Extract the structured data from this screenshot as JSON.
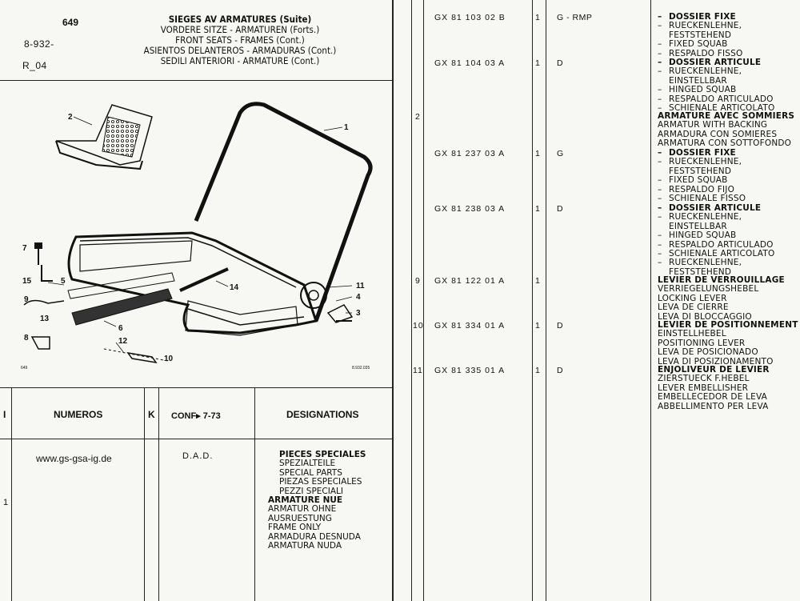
{
  "header": {
    "page_no": "649",
    "ref1": "8-932-",
    "ref2": "R_04",
    "titles": [
      "SIEGES AV ARMATURES (Suite)",
      "VORDERE SITZE - ARMATUREN (Forts.)",
      "FRONT SEATS - FRAMES (Cont.)",
      "ASIENTOS DELANTEROS - ARMADURAS (Cont.)",
      "SEDILI ANTERIORI - ARMATURE (Cont.)"
    ]
  },
  "diagram": {
    "callouts": [
      "1",
      "2",
      "3",
      "4",
      "5",
      "6",
      "7",
      "8",
      "9",
      "10",
      "11",
      "12",
      "13",
      "14",
      "15"
    ],
    "footer_left": "649",
    "footer_right": "8.932.035"
  },
  "table_header": {
    "col_i": "I",
    "col_numeros": "NUMEROS",
    "col_k": "K",
    "col_conf": "CONF▸ 7-73",
    "col_designations": "DESIGNATIONS"
  },
  "left_body": {
    "website": "www.gs-gsa-ig.de",
    "dad": "D.A.D.",
    "index": "1",
    "pieces_speciales": [
      "PIECES SPECIALES",
      "SPEZIALTEILE",
      "SPECIAL PARTS",
      "PIEZAS ESPECIALES",
      "PEZZI SPECIALI"
    ],
    "armature_nue": [
      "ARMATURE NUE",
      "ARMATUR OHNE",
      "AUSRUESTUNG",
      "FRAME ONLY",
      "ARMADURA DESNUDA",
      "ARMATURA NUDA"
    ]
  },
  "right_rows": [
    {
      "index": "",
      "number": "GX 81 103 02 B",
      "qty": "1",
      "conf": "G - RMP",
      "desc": [
        [
          "–",
          "DOSSIER FIXE",
          true
        ],
        [
          "–",
          "RUECKENLEHNE,",
          false
        ],
        [
          "",
          "FESTSTEHEND",
          false
        ],
        [
          "–",
          "FIXED SQUAB",
          false
        ],
        [
          "–",
          "RESPALDO FISSO",
          false
        ]
      ]
    },
    {
      "index": "",
      "number": "GX 81 104 03 A",
      "qty": "1",
      "conf": "D",
      "desc": [
        [
          "–",
          "DOSSIER ARTICULE",
          true
        ],
        [
          "–",
          "RUECKENLEHNE,",
          false
        ],
        [
          "",
          "EINSTELLBAR",
          false
        ],
        [
          "–",
          "HINGED SQUAB",
          false
        ],
        [
          "–",
          "RESPALDO ARTICULADO",
          false
        ],
        [
          "–",
          "SCHIENALE ARTICOLATO",
          false
        ]
      ]
    },
    {
      "index": "2",
      "number": "",
      "qty": "",
      "conf": "",
      "desc": [
        [
          "",
          "ARMATURE AVEC SOMMIERS",
          true
        ],
        [
          "",
          "ARMATUR WITH BACKING",
          false
        ],
        [
          "",
          "ARMADURA CON SOMIERES",
          false
        ],
        [
          "",
          "ARMATURA CON SOTTOFONDO",
          false
        ]
      ]
    },
    {
      "index": "",
      "number": "GX 81 237 03 A",
      "qty": "1",
      "conf": "G",
      "desc": [
        [
          "–",
          "DOSSIER FIXE",
          true
        ],
        [
          "–",
          "RUECKENLEHNE,",
          false
        ],
        [
          "",
          "FESTSTEHEND",
          false
        ],
        [
          "–",
          "FIXED SQUAB",
          false
        ],
        [
          "–",
          "RESPALDO FIJO",
          false
        ],
        [
          "–",
          "SCHIENALE FISSO",
          false
        ]
      ]
    },
    {
      "index": "",
      "number": "GX 81 238 03 A",
      "qty": "1",
      "conf": "D",
      "desc": [
        [
          "–",
          "DOSSIER ARTICULE",
          true
        ],
        [
          "–",
          "RUECKENLEHNE,",
          false
        ],
        [
          "",
          "EINSTELLBAR",
          false
        ],
        [
          "–",
          "HINGED SQUAB",
          false
        ],
        [
          "–",
          "RESPALDO ARTICULADO",
          false
        ],
        [
          "–",
          "SCHIENALE ARTICOLATO",
          false
        ],
        [
          "–",
          "RUECKENLEHNE,",
          false
        ],
        [
          "",
          "FESTSTEHEND",
          false
        ]
      ]
    },
    {
      "index": "9",
      "number": "GX 81 122 01 A",
      "qty": "1",
      "conf": "",
      "desc": [
        [
          "",
          "LEVIER DE VERROUILLAGE",
          true
        ],
        [
          "",
          "VERRIEGELUNGSHEBEL",
          false
        ],
        [
          "",
          "LOCKING LEVER",
          false
        ],
        [
          "",
          "LEVA DE CIERRE",
          false
        ],
        [
          "",
          "LEVA DI BLOCCAGGIO",
          false
        ]
      ]
    },
    {
      "index": "10",
      "number": "GX 81 334 01 A",
      "qty": "1",
      "conf": "D",
      "desc": [
        [
          "",
          "LEVIER DE POSITIONNEMENT",
          true
        ],
        [
          "",
          "EINSTELLHEBEL",
          false
        ],
        [
          "",
          "POSITIONING LEVER",
          false
        ],
        [
          "",
          "LEVA DE POSICIONADO",
          false
        ],
        [
          "",
          "LEVA DI POSIZIONAMENTO",
          false
        ]
      ]
    },
    {
      "index": "11",
      "number": "GX 81 335 01 A",
      "qty": "1",
      "conf": "D",
      "desc": [
        [
          "",
          "ENJOLIVEUR DE LEVIER",
          true
        ],
        [
          "",
          "ZIERSTUECK F.HEBEL",
          false
        ],
        [
          "",
          "LEVER EMBELLISHER",
          false
        ],
        [
          "",
          "EMBELLECEDOR DE LEVA",
          false
        ],
        [
          "",
          "ABBELLIMENTO PER LEVA",
          false
        ]
      ]
    }
  ]
}
